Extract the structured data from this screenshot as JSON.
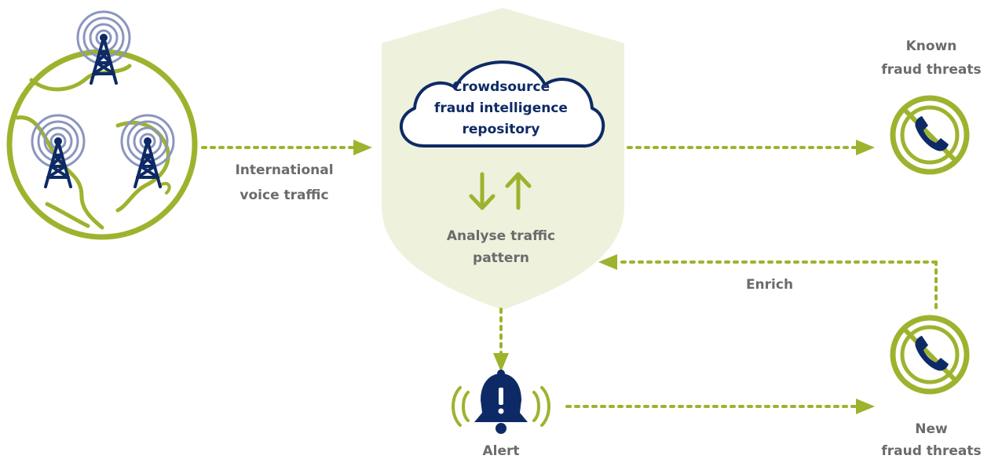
{
  "colors": {
    "green": "#9db32e",
    "navy": "#0e2a66",
    "ring": "#8a96bf",
    "shield": "#eef1dc",
    "text_grey": "#6b6b6b"
  },
  "labels": {
    "traffic_line1": "International",
    "traffic_line2": "voice traffic",
    "repo_line1": "Crowdsource",
    "repo_line2": "fraud intelligence",
    "repo_line3": "repository",
    "analyse_line1": "Analyse traffic",
    "analyse_line2": "pattern",
    "known_line1": "Known",
    "known_line2": "fraud threats",
    "enrich": "Enrich",
    "alert": "Alert",
    "new_line1": "New",
    "new_line2": "fraud threats"
  },
  "icons": {
    "globe": "globe-icon",
    "tower": "cell-tower-icon",
    "cloud": "cloud-icon",
    "blocked_phone": "blocked-phone-icon",
    "alarm_bell": "alarm-bell-icon",
    "sync_arrows": "up-down-arrows-icon"
  }
}
